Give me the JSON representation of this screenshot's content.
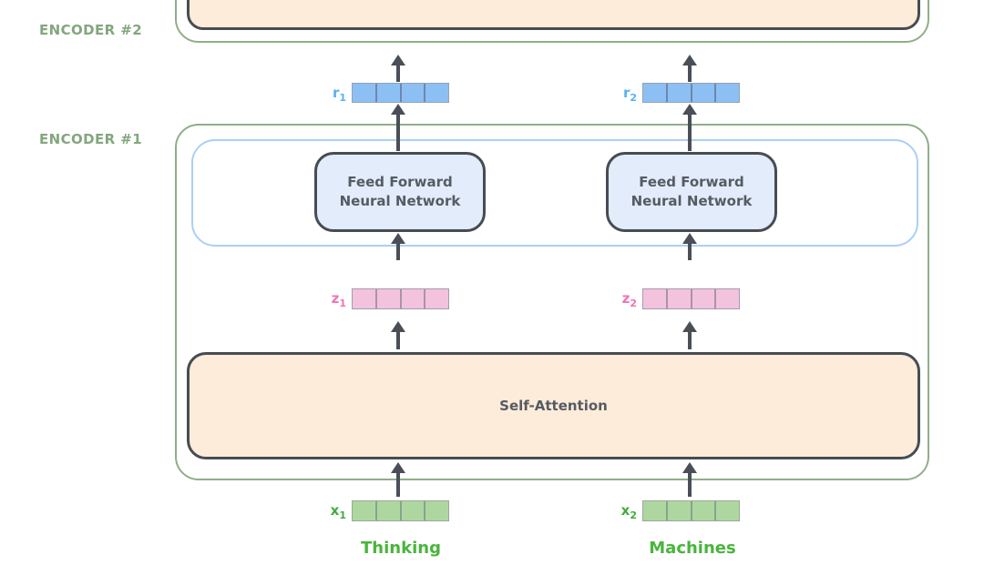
{
  "diagram": {
    "title_hint": "Transformer encoder stack diagram",
    "encoders": {
      "encoder2_label": "ENCODER #2",
      "encoder1_label": "ENCODER #1"
    },
    "blocks": {
      "ffn_line1": "Feed Forward",
      "ffn_line2": "Neural Network",
      "self_attention": "Self-Attention"
    },
    "vectors": {
      "cells_per_vector": 4,
      "r1": {
        "base": "r",
        "sub": "1"
      },
      "r2": {
        "base": "r",
        "sub": "2"
      },
      "z1": {
        "base": "z",
        "sub": "1"
      },
      "z2": {
        "base": "z",
        "sub": "2"
      },
      "x1": {
        "base": "x",
        "sub": "1"
      },
      "x2": {
        "base": "x",
        "sub": "2"
      }
    },
    "words": {
      "word1": "Thinking",
      "word2": "Machines"
    },
    "colors": {
      "encoder_border": "#8fae88",
      "encoder_label": "#83a77d",
      "inner_layer_border": "#abcff6",
      "block_border": "#474c54",
      "block_text": "#565b63",
      "ffn_fill": "#e2ecfa",
      "attention_fill": "#fcecd9",
      "arrow": "#4a4f57",
      "r_vector_fill": "#8cc0f4",
      "r_label": "#57b1f3",
      "z_vector_fill": "#f3c3dd",
      "z_label": "#f173b4",
      "x_vector_fill": "#aed7a0",
      "x_label": "#3ead3d",
      "word_label": "#4ab43c"
    }
  }
}
